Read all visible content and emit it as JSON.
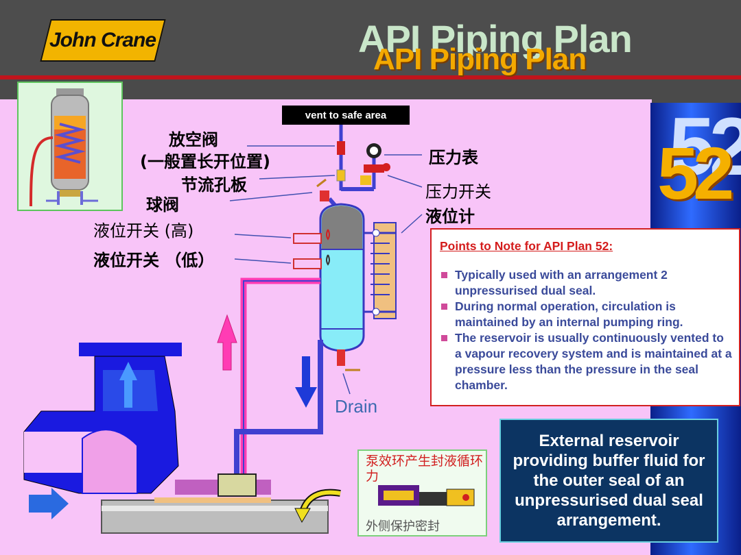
{
  "header": {
    "logo_text": "John Crane",
    "title_back": "API Piping Plan",
    "title_front": "API Piping Plan",
    "plan_number": "52",
    "plan_number_front": "52"
  },
  "labels": {
    "vent": "vent to safe area",
    "vent_valve": "放空阀",
    "vent_valve_note": "(一般置长开位置)",
    "orifice": "节流孔板",
    "ball_valve": "球阀",
    "level_switch_high": "液位开关 (高)",
    "level_switch_low": "液位开关 （低）",
    "pressure_gauge": "压力表",
    "pressure_switch": "压力开关",
    "level_gauge": "液位计",
    "drain": "Drain"
  },
  "notes": {
    "title": "Points to Note for API Plan 52:",
    "items": [
      "Typically used with an arrangement 2 unpressurised dual seal.",
      "During normal operation, circulation is maintained by an internal pumping ring.",
      " The reservoir is usually continuously vented to a vapour recovery system and is maintained at a pressure less than the pressure in the seal chamber."
    ]
  },
  "summary": "External reservoir providing buffer fluid for the outer seal of an unpressurised dual seal arrangement.",
  "seal_inset": {
    "caption_top": "泵效环产生封液循环力",
    "caption_bottom": "外侧保护密封"
  },
  "colors": {
    "background": "#4d4d4d",
    "panel": "#f8c4f8",
    "accent_red": "#c0141c",
    "title_orange": "#f3a900",
    "pump_blue": "#1a1ae0",
    "pipe_magenta": "#ff3cb4",
    "reservoir_cyan": "#88ecf8",
    "summary_bg": "#0c3462"
  }
}
